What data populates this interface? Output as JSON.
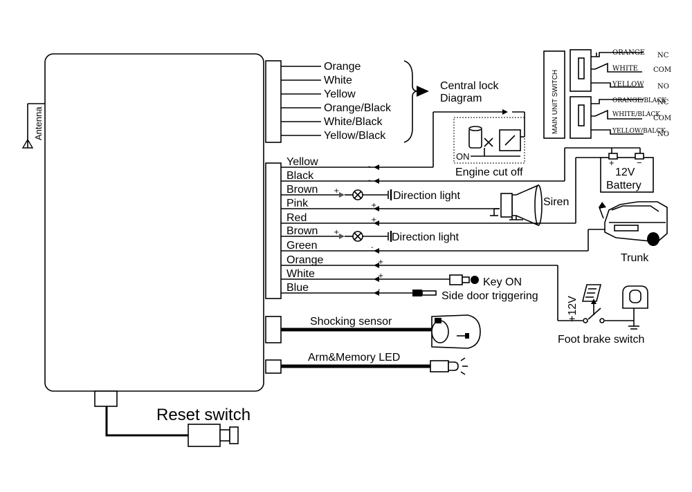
{
  "antenna_label": "Antenna",
  "central_lock": {
    "wires": [
      "Orange",
      "White",
      "Yellow",
      "Orange/Black",
      "White/Black",
      "Yellow/Black"
    ],
    "label_line1": "Central lock",
    "label_line2": "Diagram"
  },
  "main_wires": [
    "Yellow",
    "Black",
    "Brown",
    "Pink",
    "Red",
    "Brown",
    "Green",
    "Orange",
    "White",
    "Blue"
  ],
  "engine_cut_off": {
    "label": "Engine cut off",
    "on_label": "ON"
  },
  "battery": {
    "line1": "12V",
    "line2": "Battery",
    "plus": "+",
    "minus": "−"
  },
  "direction_light_1": "Direction light",
  "direction_light_2": "Direction light",
  "siren": "Siren",
  "trunk": "Trunk",
  "key_on": "Key ON",
  "side_door": "Side door triggering",
  "plus_12v": "+12V",
  "foot_brake": "Foot brake switch",
  "shocking_sensor": "Shocking sensor",
  "arm_led": "Arm&Memory LED",
  "reset_switch": "Reset  switch",
  "main_unit_switch": {
    "label": "MAIN UNIT SWITCH",
    "relay1": [
      {
        "wire": "ORANGE",
        "pin": "NC"
      },
      {
        "wire": "WHITE",
        "pin": "COM"
      },
      {
        "wire": "YELLOW",
        "pin": "NO"
      }
    ],
    "relay2": [
      {
        "wire": "ORANGE/BLACK",
        "pin": "NC"
      },
      {
        "wire": "WHITE/BLACK",
        "pin": "COM"
      },
      {
        "wire": "YELLOW/BALCK",
        "pin": "NO"
      }
    ]
  }
}
